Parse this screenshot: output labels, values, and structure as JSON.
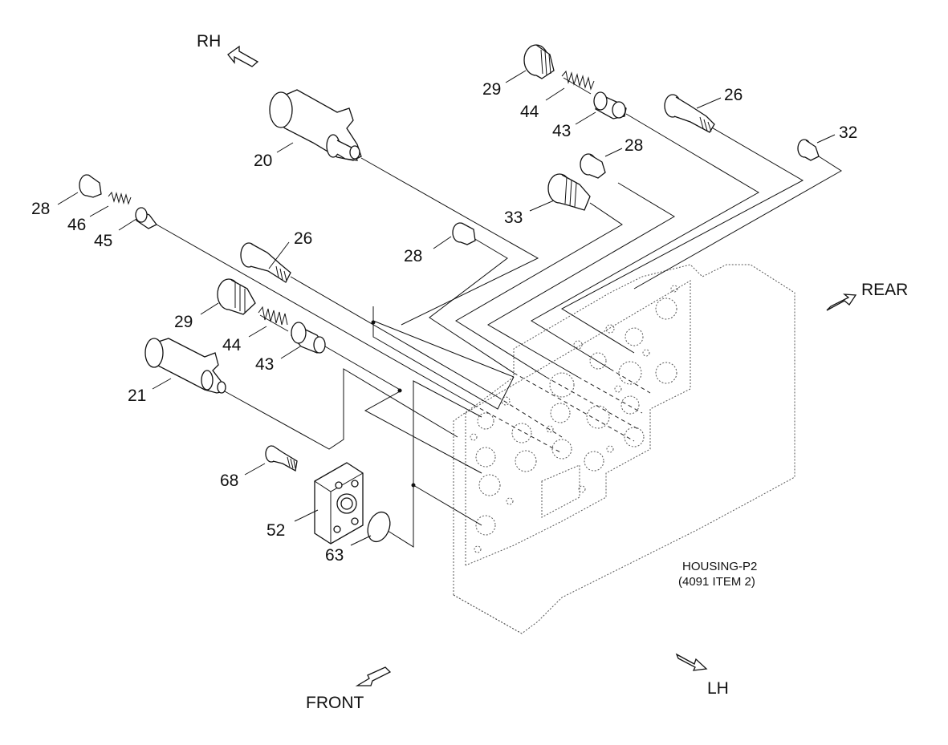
{
  "directions": {
    "rh": "RH",
    "rear": "REAR",
    "front": "FRONT",
    "lh": "LH"
  },
  "housing": {
    "line1": "HOUSING-P2",
    "line2": "(4091 ITEM 2)"
  },
  "callouts": {
    "c29a": "29",
    "c44a": "44",
    "c43a": "43",
    "c26a": "26",
    "c32": "32",
    "c28a": "28",
    "c20": "20",
    "c33": "33",
    "c28b": "28",
    "c46": "46",
    "c45": "45",
    "c28c": "28",
    "c26b": "26",
    "c29b": "29",
    "c44b": "44",
    "c43b": "43",
    "c21": "21",
    "c68": "68",
    "c52": "52",
    "c63": "63"
  }
}
